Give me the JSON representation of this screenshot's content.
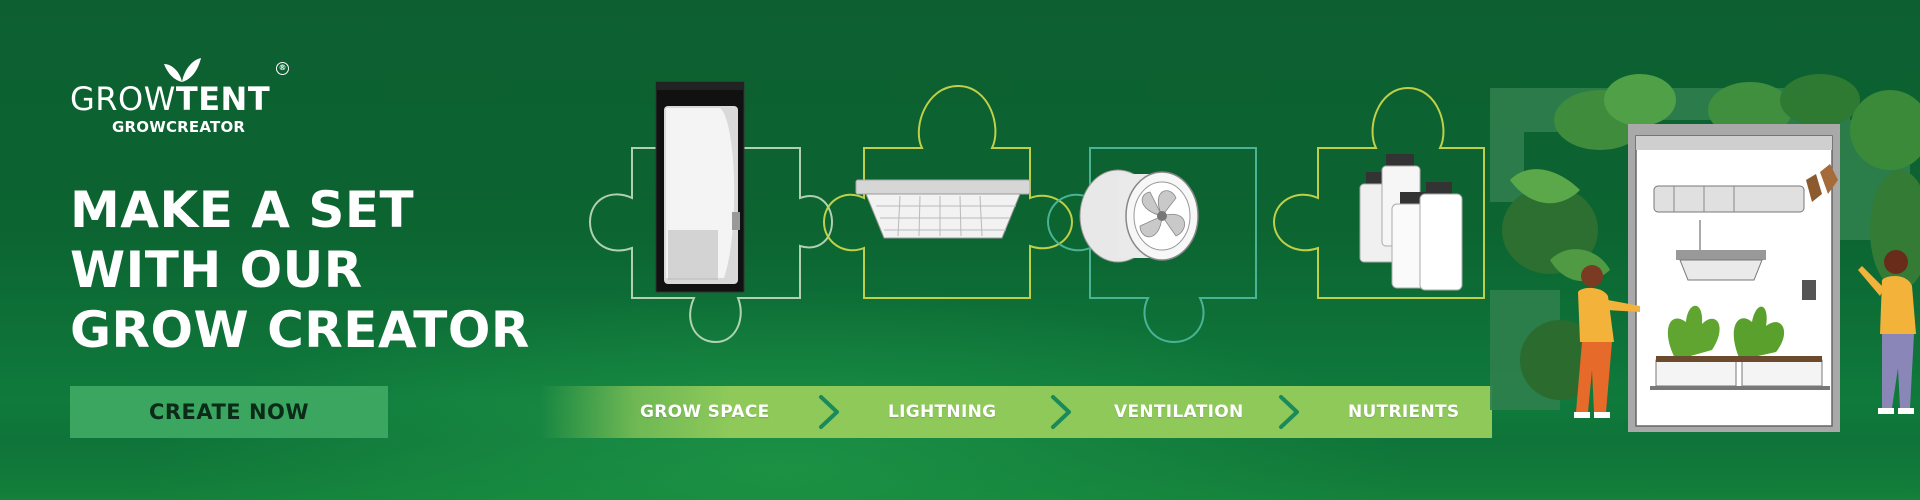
{
  "brand": {
    "name_part1": "GROW",
    "name_part2": "TENT",
    "registered_mark": "®",
    "subtitle": "GROWCREATOR"
  },
  "headline": {
    "line1": "MAKE A SET",
    "line2": "WITH OUR",
    "line3": "GROW CREATOR"
  },
  "cta": {
    "label": "CREATE NOW"
  },
  "steps": [
    {
      "label": "GROW SPACE",
      "icon": "grow-tent-icon"
    },
    {
      "label": "LIGHTNING",
      "icon": "led-light-icon"
    },
    {
      "label": "VENTILATION",
      "icon": "fan-icon"
    },
    {
      "label": "NUTRIENTS",
      "icon": "nutrient-bottles-icon"
    }
  ],
  "colors": {
    "background": "#0c6431",
    "cta_bg": "#3aa65f",
    "step_bar": "#8ec95a",
    "chevron": "#1b8a5a",
    "puzzle_outline_light": "#cfe3c8",
    "puzzle_outline_yellow": "#c9d64a",
    "puzzle_outline_teal": "#4db79a"
  }
}
